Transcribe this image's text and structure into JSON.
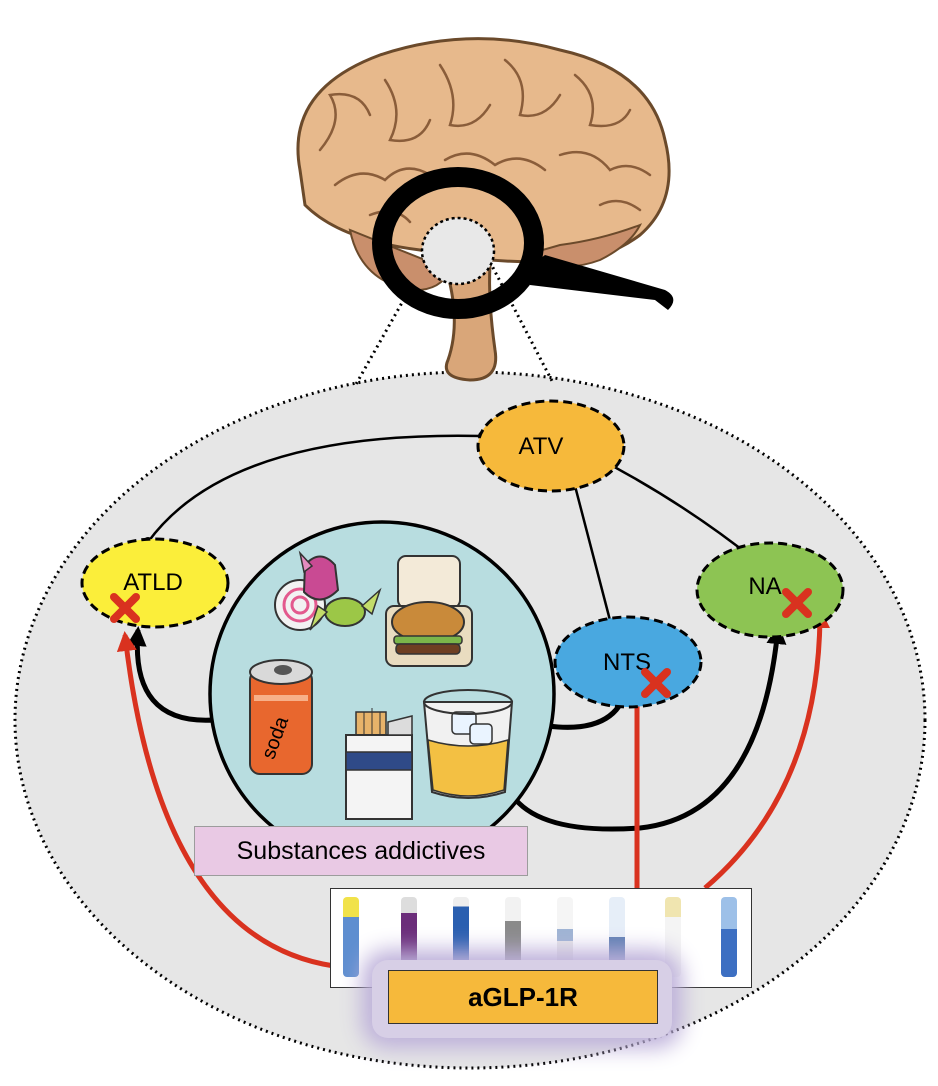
{
  "nodes": {
    "atv": "ATV",
    "atld": "ATLD",
    "na": "NA",
    "nts": "NTS"
  },
  "labels": {
    "substances": "Substances addictives",
    "drug": "aGLP-1R",
    "soda_can": "soda"
  },
  "colors": {
    "atv": "#f6b93b",
    "atld": "#fbee3a",
    "na": "#8dc453",
    "nts": "#49a8e0",
    "inhibition_arrow": "#d9321f",
    "block_cross": "#d9321f",
    "substances_circle": "#b8dde0",
    "substances_label_bg": "#e9c9e4",
    "drug_label_bg": "#f6b93b"
  },
  "icons": [
    "brain-icon",
    "magnifying-glass-icon",
    "candy-icon",
    "burger-box-icon",
    "soda-can-icon",
    "cigarette-pack-icon",
    "whisky-glass-icon",
    "injection-pen-icon",
    "block-cross-icon"
  ]
}
